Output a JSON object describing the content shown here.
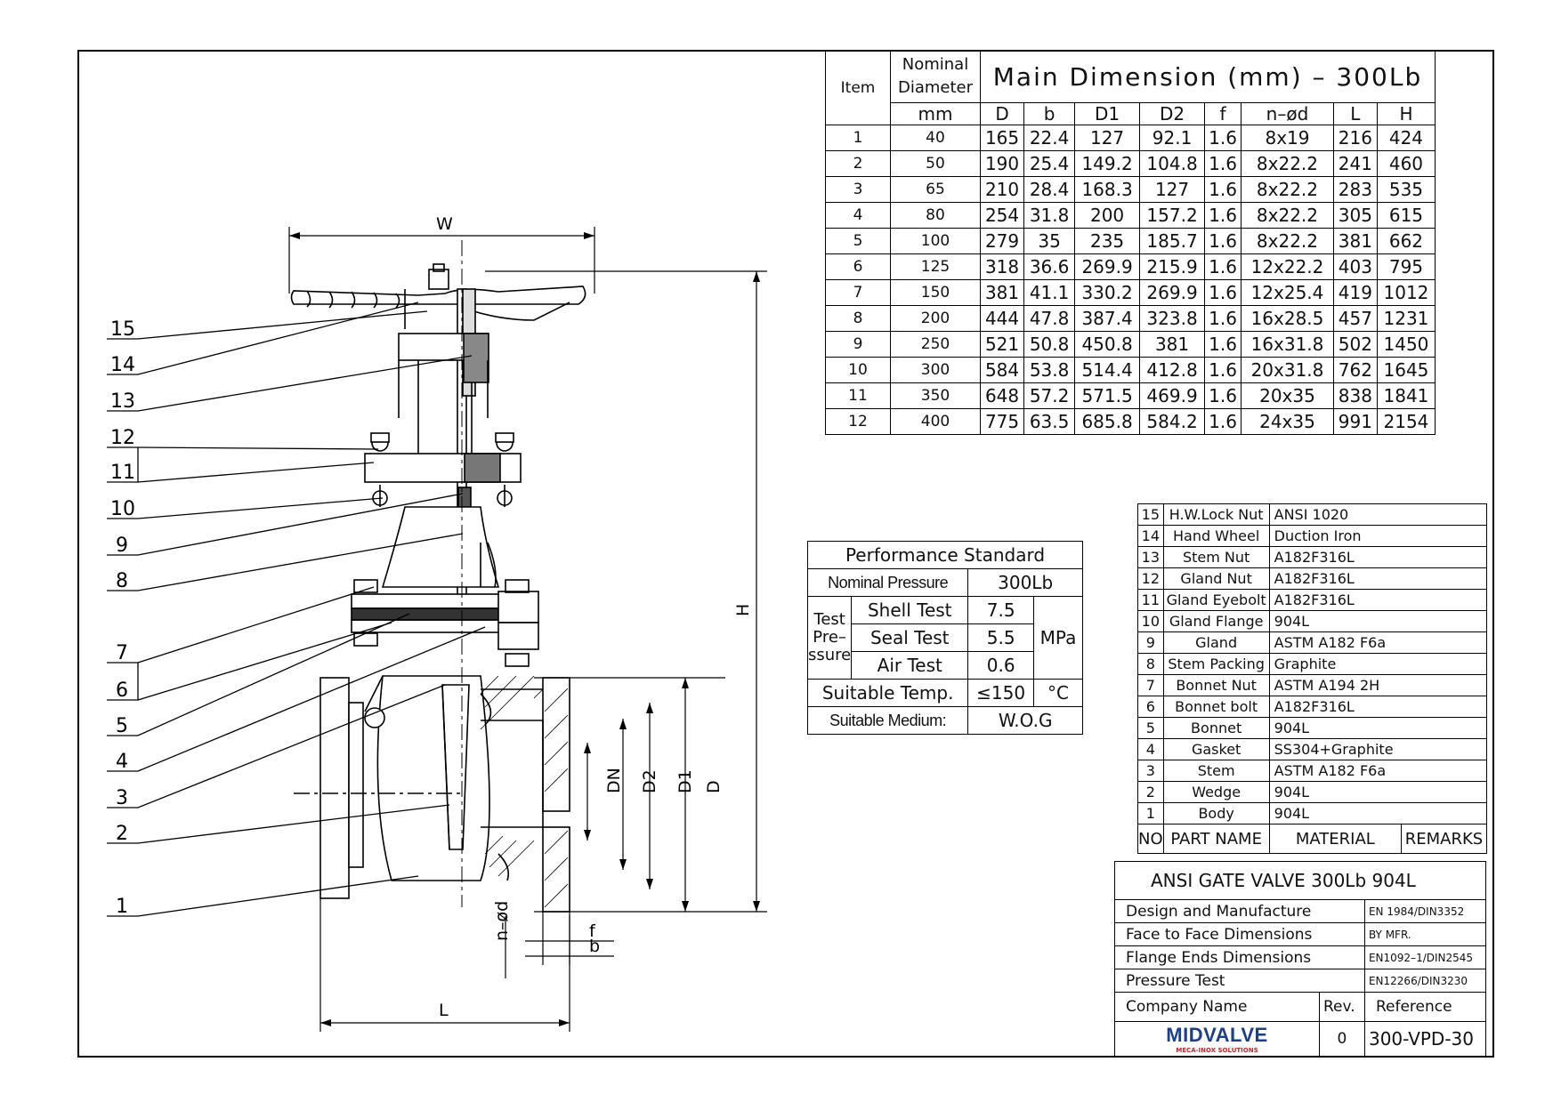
{
  "dimension_table": {
    "item_label": "Item",
    "nominal_diameter_label": "Nominal Diameter",
    "unit_label": "mm",
    "title": "Main Dimension (mm) – 300Lb",
    "columns": [
      "D",
      "b",
      "D1",
      "D2",
      "f",
      "n–ød",
      "L",
      "H"
    ],
    "rows": [
      {
        "item": "1",
        "dn": "40",
        "D": "165",
        "b": "22.4",
        "D1": "127",
        "D2": "92.1",
        "f": "1.6",
        "nd": "8x19",
        "L": "216",
        "H": "424"
      },
      {
        "item": "2",
        "dn": "50",
        "D": "190",
        "b": "25.4",
        "D1": "149.2",
        "D2": "104.8",
        "f": "1.6",
        "nd": "8x22.2",
        "L": "241",
        "H": "460"
      },
      {
        "item": "3",
        "dn": "65",
        "D": "210",
        "b": "28.4",
        "D1": "168.3",
        "D2": "127",
        "f": "1.6",
        "nd": "8x22.2",
        "L": "283",
        "H": "535"
      },
      {
        "item": "4",
        "dn": "80",
        "D": "254",
        "b": "31.8",
        "D1": "200",
        "D2": "157.2",
        "f": "1.6",
        "nd": "8x22.2",
        "L": "305",
        "H": "615"
      },
      {
        "item": "5",
        "dn": "100",
        "D": "279",
        "b": "35",
        "D1": "235",
        "D2": "185.7",
        "f": "1.6",
        "nd": "8x22.2",
        "L": "381",
        "H": "662"
      },
      {
        "item": "6",
        "dn": "125",
        "D": "318",
        "b": "36.6",
        "D1": "269.9",
        "D2": "215.9",
        "f": "1.6",
        "nd": "12x22.2",
        "L": "403",
        "H": "795"
      },
      {
        "item": "7",
        "dn": "150",
        "D": "381",
        "b": "41.1",
        "D1": "330.2",
        "D2": "269.9",
        "f": "1.6",
        "nd": "12x25.4",
        "L": "419",
        "H": "1012"
      },
      {
        "item": "8",
        "dn": "200",
        "D": "444",
        "b": "47.8",
        "D1": "387.4",
        "D2": "323.8",
        "f": "1.6",
        "nd": "16x28.5",
        "L": "457",
        "H": "1231"
      },
      {
        "item": "9",
        "dn": "250",
        "D": "521",
        "b": "50.8",
        "D1": "450.8",
        "D2": "381",
        "f": "1.6",
        "nd": "16x31.8",
        "L": "502",
        "H": "1450"
      },
      {
        "item": "10",
        "dn": "300",
        "D": "584",
        "b": "53.8",
        "D1": "514.4",
        "D2": "412.8",
        "f": "1.6",
        "nd": "20x31.8",
        "L": "762",
        "H": "1645"
      },
      {
        "item": "11",
        "dn": "350",
        "D": "648",
        "b": "57.2",
        "D1": "571.5",
        "D2": "469.9",
        "f": "1.6",
        "nd": "20x35",
        "L": "838",
        "H": "1841"
      },
      {
        "item": "12",
        "dn": "400",
        "D": "775",
        "b": "63.5",
        "D1": "685.8",
        "D2": "584.2",
        "f": "1.6",
        "nd": "24x35",
        "L": "991",
        "H": "2154"
      }
    ]
  },
  "performance": {
    "title": "Performance Standard",
    "nominal_pressure_label": "Nominal Pressure",
    "nominal_pressure_value": "300Lb",
    "test_pressure_label": "Test Pre– ssure",
    "shell_test_label": "Shell Test",
    "shell_test_value": "7.5",
    "seal_test_label": "Seal Test",
    "seal_test_value": "5.5",
    "air_test_label": "Air Test",
    "air_test_value": "0.6",
    "pressure_unit": "MPa",
    "temp_label": "Suitable Temp.",
    "temp_value": "≤150",
    "temp_unit": "°C",
    "medium_label": "Suitable Medium:",
    "medium_value": "W.O.G"
  },
  "parts": {
    "rows": [
      {
        "no": "15",
        "name": "H.W.Lock Nut",
        "material": "ANSI 1020"
      },
      {
        "no": "14",
        "name": "Hand Wheel",
        "material": "Duction Iron"
      },
      {
        "no": "13",
        "name": "Stem Nut",
        "material": "A182F316L"
      },
      {
        "no": "12",
        "name": "Gland Nut",
        "material": "A182F316L"
      },
      {
        "no": "11",
        "name": "Gland Eyebolt",
        "material": "A182F316L"
      },
      {
        "no": "10",
        "name": "Gland Flange",
        "material": "904L"
      },
      {
        "no": "9",
        "name": "Gland",
        "material": "ASTM A182 F6a"
      },
      {
        "no": "8",
        "name": "Stem Packing",
        "material": "Graphite"
      },
      {
        "no": "7",
        "name": "Bonnet Nut",
        "material": "ASTM A194 2H"
      },
      {
        "no": "6",
        "name": "Bonnet bolt",
        "material": "A182F316L"
      },
      {
        "no": "5",
        "name": "Bonnet",
        "material": "904L"
      },
      {
        "no": "4",
        "name": "Gasket",
        "material": "SS304+Graphite"
      },
      {
        "no": "3",
        "name": "Stem",
        "material": "ASTM A182 F6a"
      },
      {
        "no": "2",
        "name": "Wedge",
        "material": "904L"
      },
      {
        "no": "1",
        "name": "Body",
        "material": "904L"
      }
    ],
    "header_no": "NO",
    "header_name": "PART NAME",
    "header_material": "MATERIAL",
    "header_remarks": "REMARKS"
  },
  "title_block": {
    "title": "ANSI GATE VALVE 300Lb 904L",
    "rows": [
      {
        "label": "Design and Manufacture",
        "value": "EN 1984/DIN3352"
      },
      {
        "label": "Face to Face Dimensions",
        "value": "BY MFR."
      },
      {
        "label": "Flange Ends Dimensions",
        "value": "EN1092–1/DIN2545"
      },
      {
        "label": "Pressure Test",
        "value": "EN12266/DIN3230"
      }
    ],
    "company_label": "Company Name",
    "rev_label": "Rev.",
    "reference_label": "Reference",
    "company_logo": "MIDVALVE",
    "company_logo_sub": "MECA-INOX SOLUTIONS",
    "rev_value": "0",
    "reference_value": "300-VPD-30"
  },
  "drawing": {
    "callouts": [
      "15",
      "14",
      "13",
      "12",
      "11",
      "10",
      "9",
      "8",
      "7",
      "6",
      "5",
      "4",
      "3",
      "2",
      "1"
    ],
    "dim_labels": {
      "W": "W",
      "H": "H",
      "L": "L",
      "DN": "DN",
      "D2": "D2",
      "D1": "D1",
      "D": "D",
      "nd": "n–ød",
      "f": "f",
      "b": "b"
    }
  }
}
